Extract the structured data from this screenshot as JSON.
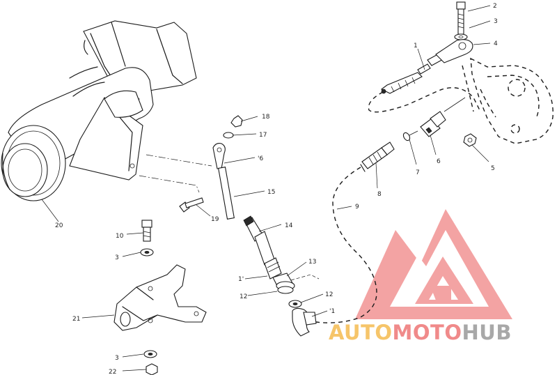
{
  "callouts": {
    "c1": "1",
    "c2": "2",
    "c3a": "3",
    "c4": "4",
    "c5": "5",
    "c6": "6",
    "c7": "7",
    "c8": "8",
    "c9": "9",
    "c10": "10",
    "c3b": "3",
    "c11a": "1'",
    "c11b": "'1",
    "c12a": "12",
    "c12b": "12",
    "c13": "13",
    "c14": "14",
    "c15": "15",
    "c16": "'6",
    "c17": "17",
    "c18": "18",
    "c19": "19",
    "c20": "20",
    "c21": "21",
    "c3c": "3",
    "c22": "22"
  },
  "watermark": {
    "part1": "AUTO",
    "part2": "MOTO",
    "part3": "HUB",
    "color_light": "#f6c56a",
    "color_red": "#f08a8a",
    "color_gray": "#a8a8a8"
  }
}
